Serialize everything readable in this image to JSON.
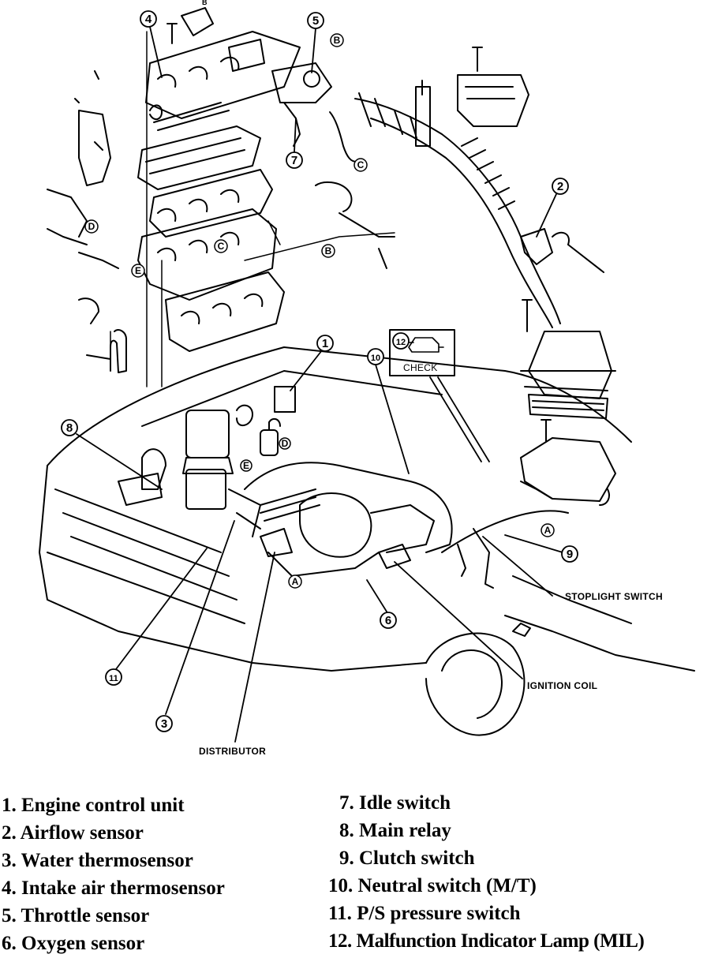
{
  "callouts": {
    "c1": "1",
    "c2": "2",
    "c3": "3",
    "c4": "4",
    "c5": "5",
    "c6": "6",
    "c7": "7",
    "c8": "8",
    "c9": "9",
    "c10": "10",
    "c11": "11",
    "c12": "12"
  },
  "connectors": {
    "A": "A",
    "B": "B",
    "C": "C",
    "D": "D",
    "E": "E"
  },
  "labels": {
    "check": "CHECK",
    "stoplight_switch": "STOPLIGHT SWITCH",
    "ignition_coil": "IGNITION COIL",
    "distributor": "DISTRIBUTOR",
    "top_mark": "B"
  },
  "legend": {
    "left": [
      "1. Engine control unit",
      "2. Airflow sensor",
      "3. Water thermosensor",
      "4. Intake air thermosensor",
      "5. Throttle sensor",
      "6. Oxygen sensor"
    ],
    "right": [
      "7. Idle switch",
      "8. Main relay",
      "9. Clutch switch",
      "10. Neutral switch (M/T)",
      "11. P/S pressure switch",
      "12. Malfunction Indicator Lamp (MIL)"
    ]
  }
}
